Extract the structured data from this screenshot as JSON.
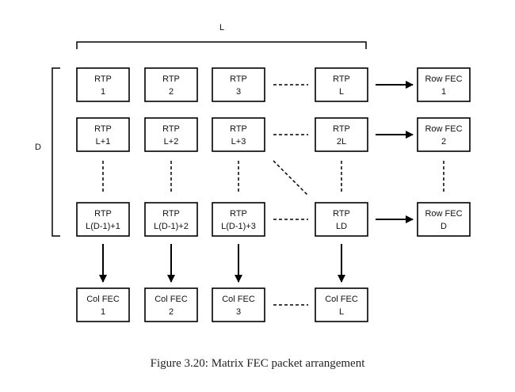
{
  "labels": {
    "width_dimension": "L",
    "height_dimension": "D"
  },
  "rtp_rows": [
    [
      {
        "line1": "RTP",
        "line2": "1"
      },
      {
        "line1": "RTP",
        "line2": "2"
      },
      {
        "line1": "RTP",
        "line2": "3"
      },
      {
        "line1": "RTP",
        "line2": "L"
      }
    ],
    [
      {
        "line1": "RTP",
        "line2": "L+1"
      },
      {
        "line1": "RTP",
        "line2": "L+2"
      },
      {
        "line1": "RTP",
        "line2": "L+3"
      },
      {
        "line1": "RTP",
        "line2": "2L"
      }
    ],
    [
      {
        "line1": "RTP",
        "line2": "L(D-1)+1"
      },
      {
        "line1": "RTP",
        "line2": "L(D-1)+2"
      },
      {
        "line1": "RTP",
        "line2": "L(D-1)+3"
      },
      {
        "line1": "RTP",
        "line2": "LD"
      }
    ]
  ],
  "row_fec": [
    {
      "line1": "Row FEC",
      "line2": "1"
    },
    {
      "line1": "Row FEC",
      "line2": "2"
    },
    {
      "line1": "Row FEC",
      "line2": "D"
    }
  ],
  "col_fec": [
    {
      "line1": "Col FEC",
      "line2": "1"
    },
    {
      "line1": "Col FEC",
      "line2": "2"
    },
    {
      "line1": "Col FEC",
      "line2": "3"
    },
    {
      "line1": "Col FEC",
      "line2": "L"
    }
  ],
  "caption": "Figure 3.20: Matrix FEC packet arrangement"
}
